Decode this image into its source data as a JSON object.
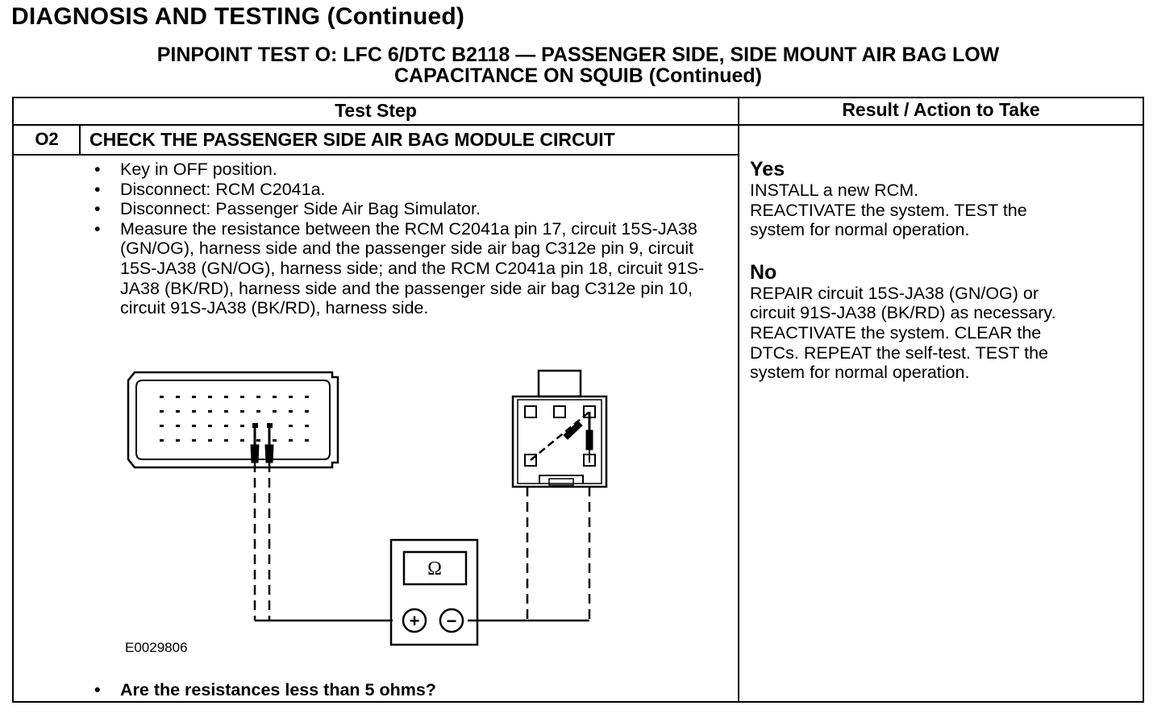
{
  "page": {
    "title": "DIAGNOSIS AND TESTING (Continued)",
    "test_title_line1": "PINPOINT TEST O: LFC 6/DTC B2118 — PASSENGER SIDE, SIDE MOUNT AIR BAG LOW",
    "test_title_line2": "CAPACITANCE ON SQUIB (Continued)"
  },
  "table": {
    "headers": {
      "test_step": "Test Step",
      "result": "Result / Action to Take"
    },
    "step": {
      "number": "O2",
      "title": "CHECK THE PASSENGER SIDE AIR BAG MODULE CIRCUIT",
      "bullet_symbol": "•",
      "actions": [
        "Key in OFF position.",
        "Disconnect: RCM C2041a.",
        "Disconnect: Passenger Side Air Bag Simulator.",
        "Measure the resistance between the RCM C2041a pin 17, circuit 15S-JA38 (GN/OG), harness side and the passenger side air bag C312e pin 9, circuit 15S-JA38 (GN/OG), harness side; and the RCM C2041a pin 18, circuit 91S-JA38 (BK/RD), harness side and the passenger side air bag C312e pin 10, circuit 91S-JA38 (BK/RD), harness side."
      ],
      "figure_id": "E0029806",
      "meter_symbol": "Ω",
      "plus_symbol": "+",
      "minus_symbol": "−",
      "question": "Are the resistances less than 5 ohms?"
    },
    "results": {
      "yes_label": "Yes",
      "yes_lines": [
        "INSTALL a new RCM.",
        "REACTIVATE the system. TEST the",
        "system for normal operation."
      ],
      "no_label": "No",
      "no_lines": [
        "REPAIR circuit 15S-JA38 (GN/OG) or",
        "circuit 91S-JA38 (BK/RD) as necessary.",
        "REACTIVATE the system. CLEAR the",
        "DTCs. REPEAT the self-test. TEST the",
        "system for normal operation."
      ]
    }
  }
}
